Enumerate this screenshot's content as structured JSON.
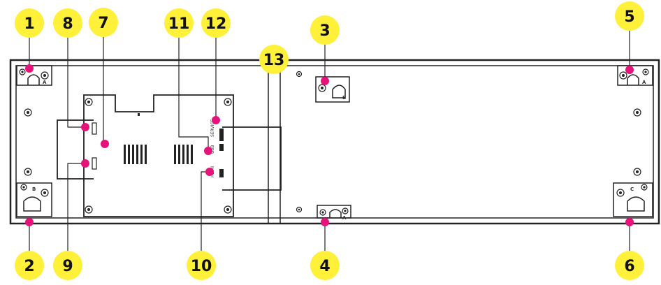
{
  "colors": {
    "callout_fill": "#fff03a",
    "marker_fill": "#e6137a",
    "outline": "#222222"
  },
  "callouts": [
    {
      "id": "1",
      "label": "1"
    },
    {
      "id": "2",
      "label": "2"
    },
    {
      "id": "3",
      "label": "3"
    },
    {
      "id": "4",
      "label": "4"
    },
    {
      "id": "5",
      "label": "5"
    },
    {
      "id": "6",
      "label": "6"
    },
    {
      "id": "7",
      "label": "7"
    },
    {
      "id": "8",
      "label": "8"
    },
    {
      "id": "9",
      "label": "9"
    },
    {
      "id": "10",
      "label": "10"
    },
    {
      "id": "11",
      "label": "11"
    },
    {
      "id": "12",
      "label": "12"
    },
    {
      "id": "13",
      "label": "13"
    }
  ],
  "mount_letters": {
    "top_left": "A",
    "bottom_left": "B",
    "top_center": "B",
    "bottom_center": "A",
    "top_right": "A",
    "bottom_right": "C"
  },
  "port_labels": {
    "service": "SERVICE",
    "usb": "USB",
    "hdmi": "HDMI"
  }
}
